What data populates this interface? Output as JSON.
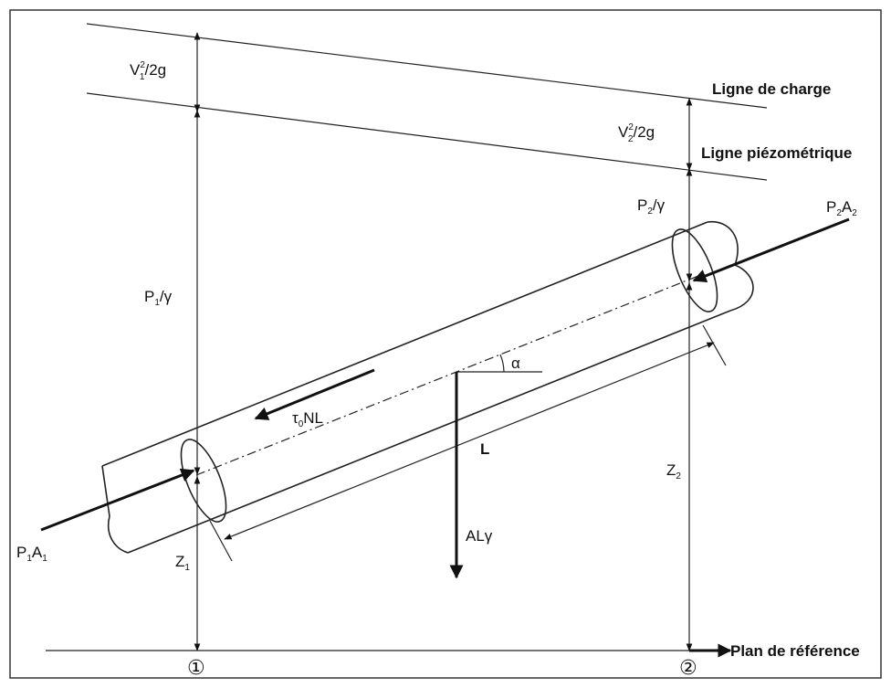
{
  "labels": {
    "v1_head": {
      "base": "V",
      "sub": "1",
      "sup": "2",
      "rest": "/2g"
    },
    "v2_head": {
      "base": "V",
      "sub": "2",
      "sup": "2",
      "rest": "/2g"
    },
    "p1_gamma": {
      "base": "P",
      "sub": "1",
      "rest": "/γ"
    },
    "p2_gamma": {
      "base": "P",
      "sub": "2",
      "rest": "/γ"
    },
    "z1": {
      "base": "Z",
      "sub": "1"
    },
    "z2": {
      "base": "Z",
      "sub": "2"
    },
    "p1a1": {
      "base1": "P",
      "sub1": "1",
      "base2": "A",
      "sub2": "1"
    },
    "p2a2": {
      "base1": "P",
      "sub1": "2",
      "base2": "A",
      "sub2": "2"
    },
    "shear": {
      "base": "τ",
      "sub": "0",
      "rest": "NL"
    },
    "weight": "ALγ",
    "length": "L",
    "angle": "α",
    "energy_line": "Ligne de charge",
    "piezo_line": "Ligne piézométrique",
    "datum": "Plan de référence",
    "section1": "①",
    "section2": "②"
  }
}
